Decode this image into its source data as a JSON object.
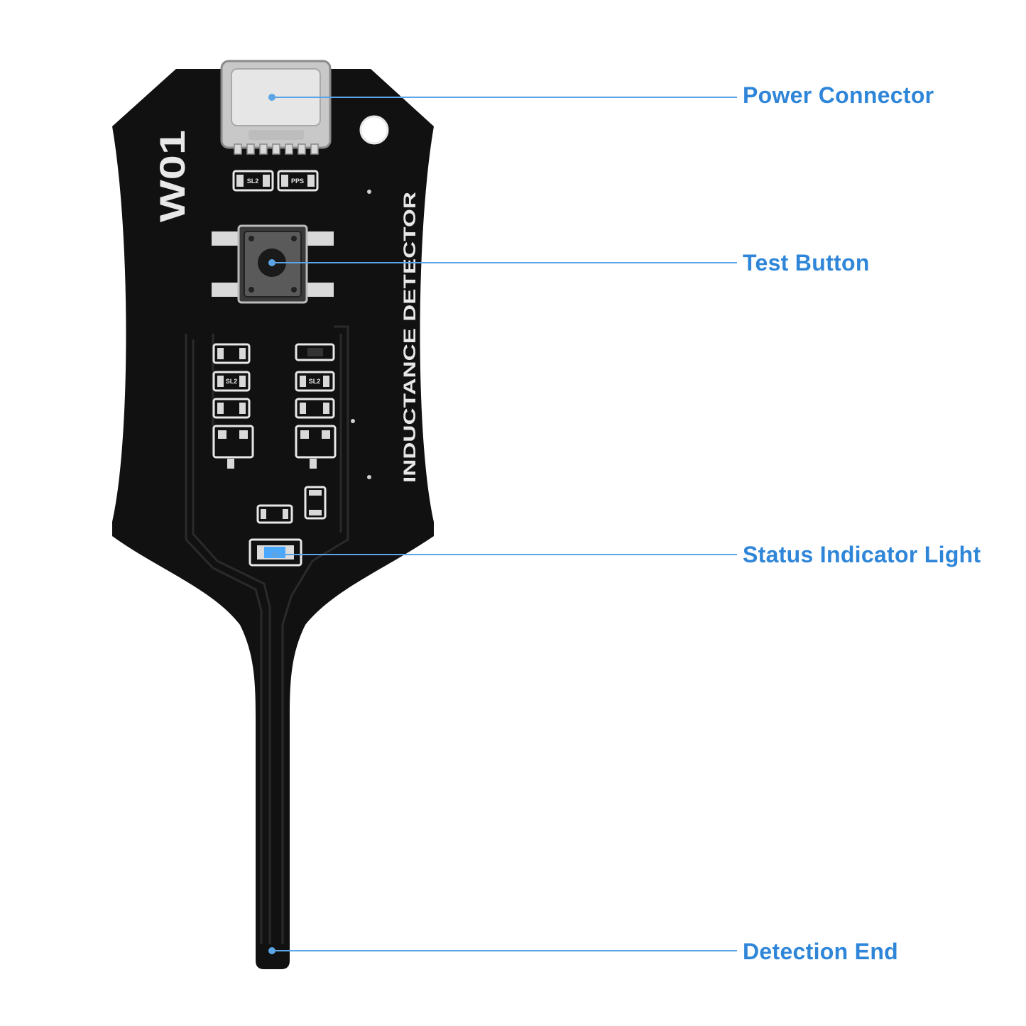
{
  "board": {
    "model_text": "W01",
    "product_text": "INDUCTANCE DETECTOR",
    "component_codes": [
      "SL2",
      "PPS",
      "SL2",
      "SL2"
    ]
  },
  "callouts": {
    "power_connector": "Power Connector",
    "test_button": "Test Button",
    "status_indicator_light": "Status Indicator Light",
    "detection_end": "Detection End"
  },
  "colors": {
    "label": "#2f86d8",
    "leader_line": "#5ba4e6",
    "pcb": "#111111",
    "pcb_trace": "#2a2a2a",
    "silkscreen": "#e8e8e8",
    "pad": "#d9d9d9",
    "led": "#4aa8ff"
  }
}
